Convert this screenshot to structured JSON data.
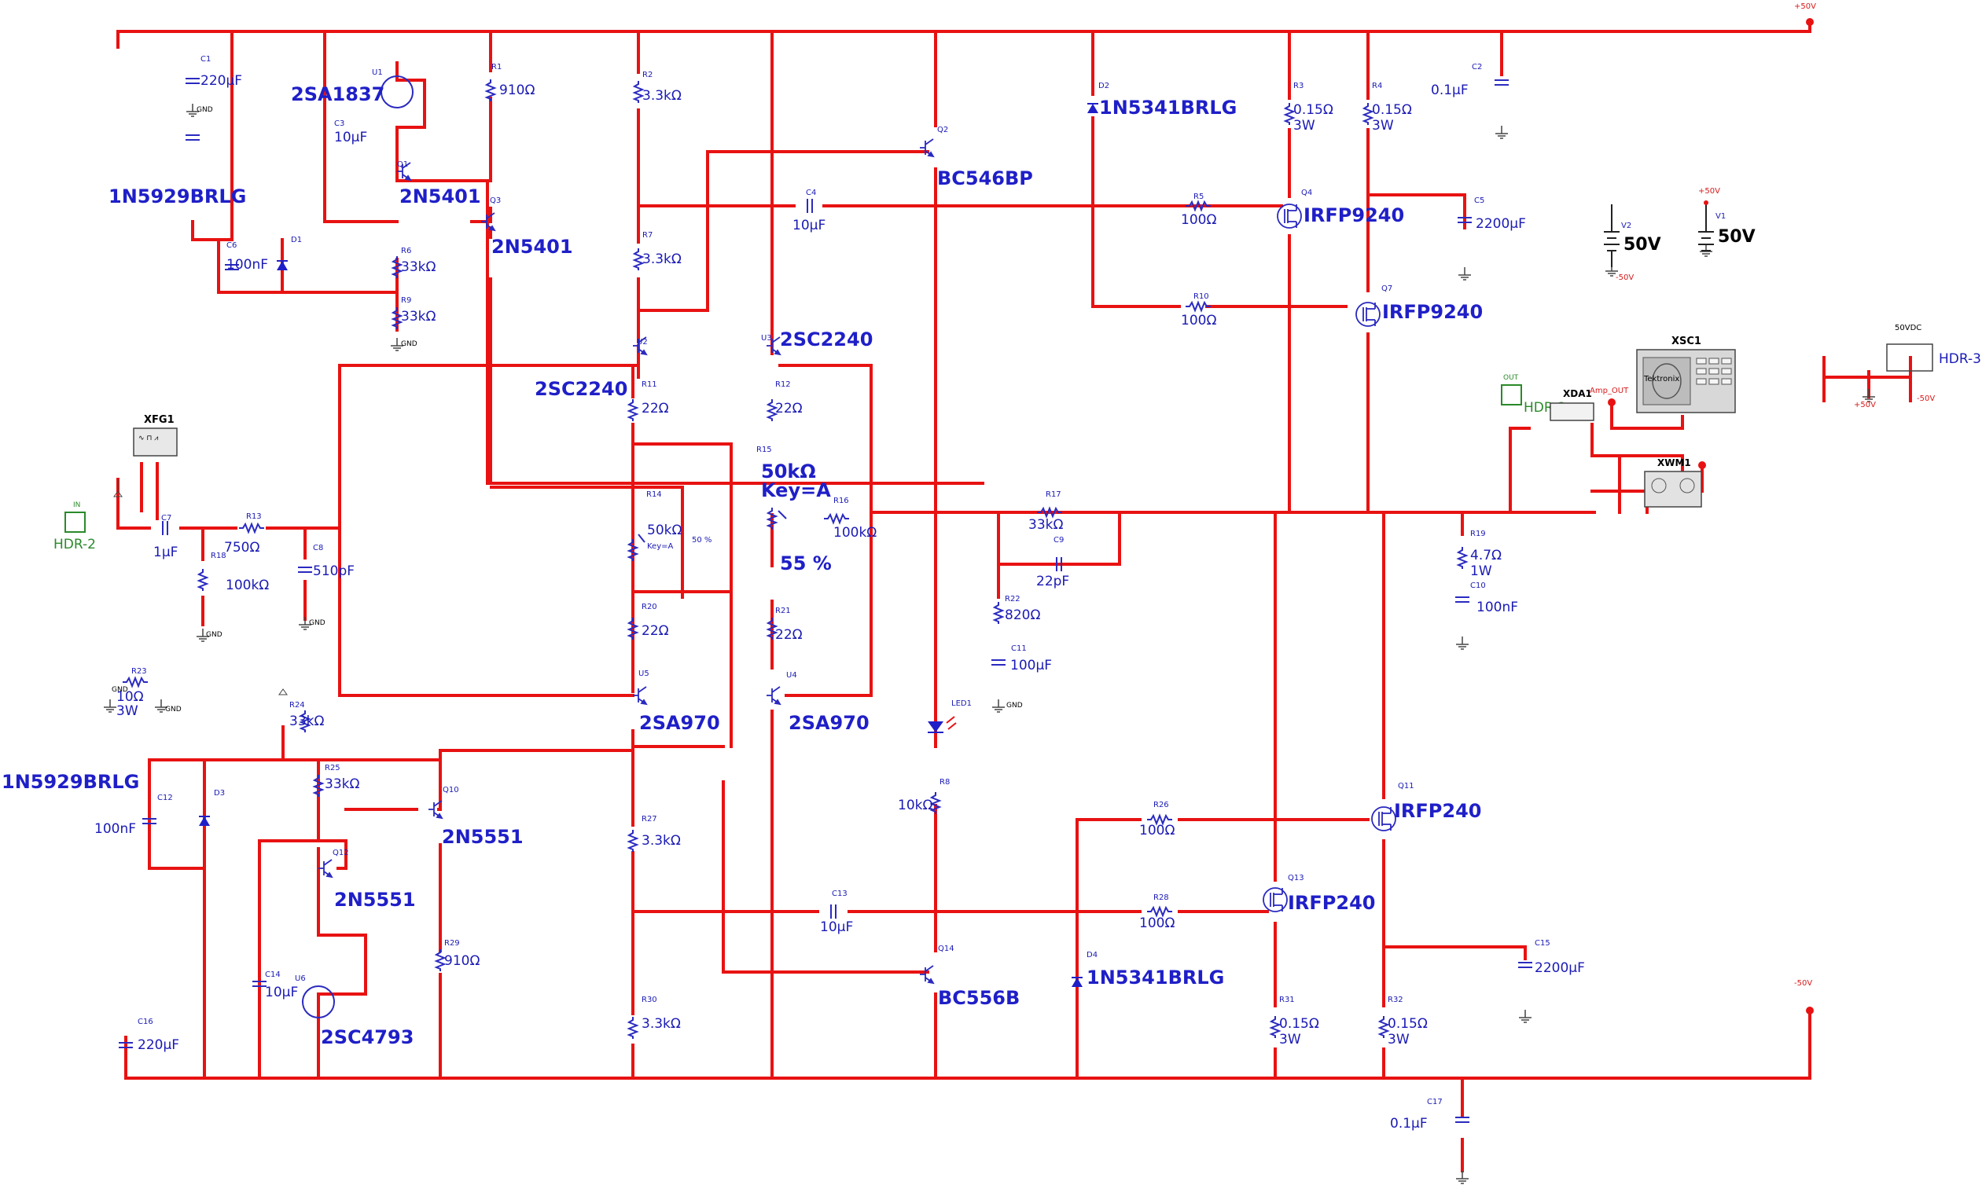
{
  "rails": {
    "positive": "+50V",
    "negative": "-50V"
  },
  "supplies": {
    "v_pos": {
      "ref": "V1",
      "value": "50V",
      "label": "+50V"
    },
    "v_neg": {
      "ref": "V2",
      "value": "50V",
      "label": "-50V"
    },
    "dc": {
      "value": "50VDC",
      "connector": "HDR-3",
      "pos": "+50V",
      "neg": "-50V"
    }
  },
  "instruments": {
    "function_gen": "XFG1",
    "scope": "XSC1",
    "scope_brand": "Tektronix",
    "analyzer": "XDA1",
    "wattmeter": "XWM1",
    "probe": "Amp_OUT",
    "in_connector": "HDR-2",
    "in_label": "IN",
    "out_connector": "HDR-2",
    "out_label": "OUT"
  },
  "components": [
    {
      "ref": "C1",
      "value": "220µF"
    },
    {
      "ref": "C3",
      "value": "10µF"
    },
    {
      "ref": "C6",
      "value": "100nF"
    },
    {
      "ref": "D1",
      "value": "1N5929BRLG"
    },
    {
      "ref": "U1",
      "value": "2SA1837"
    },
    {
      "ref": "Q1",
      "value": "2N5401"
    },
    {
      "ref": "Q3",
      "value": "2N5401"
    },
    {
      "ref": "R1",
      "value": "910Ω"
    },
    {
      "ref": "R6",
      "value": "33kΩ"
    },
    {
      "ref": "R9",
      "value": "33kΩ"
    },
    {
      "ref": "R2",
      "value": "3.3kΩ"
    },
    {
      "ref": "R7",
      "value": "3.3kΩ"
    },
    {
      "ref": "U2",
      "value": "2SC2240"
    },
    {
      "ref": "U3",
      "value": "2SC2240"
    },
    {
      "ref": "R11",
      "value": "22Ω"
    },
    {
      "ref": "R12",
      "value": "22Ω"
    },
    {
      "ref": "R14",
      "value": "50kΩ",
      "extra": "Key=A",
      "percent": "50 %"
    },
    {
      "ref": "R15",
      "value": "50kΩ",
      "extra": "Key=A",
      "percent": "55 %"
    },
    {
      "ref": "R16",
      "value": "100kΩ"
    },
    {
      "ref": "R20",
      "value": "22Ω"
    },
    {
      "ref": "R21",
      "value": "22Ω"
    },
    {
      "ref": "U5",
      "value": "2SA970"
    },
    {
      "ref": "U4",
      "value": "2SA970"
    },
    {
      "ref": "Q2",
      "value": "BC546BP"
    },
    {
      "ref": "C4",
      "value": "10µF"
    },
    {
      "ref": "D2",
      "value": "1N5341BRLG"
    },
    {
      "ref": "R5",
      "value": "100Ω"
    },
    {
      "ref": "R10",
      "value": "100Ω"
    },
    {
      "ref": "Q4",
      "value": "IRFP9240"
    },
    {
      "ref": "Q7",
      "value": "IRFP9240"
    },
    {
      "ref": "R3",
      "value": "0.15Ω",
      "power": "3W"
    },
    {
      "ref": "R4",
      "value": "0.15Ω",
      "power": "3W"
    },
    {
      "ref": "C2",
      "value": "0.1µF"
    },
    {
      "ref": "C5",
      "value": "2200µF"
    },
    {
      "ref": "C7",
      "value": "1µF"
    },
    {
      "ref": "R13",
      "value": "750Ω"
    },
    {
      "ref": "R18",
      "value": "100kΩ"
    },
    {
      "ref": "C8",
      "value": "510pF"
    },
    {
      "ref": "R17",
      "value": "33kΩ"
    },
    {
      "ref": "C9",
      "value": "22pF"
    },
    {
      "ref": "R22",
      "value": "820Ω"
    },
    {
      "ref": "C11",
      "value": "100µF"
    },
    {
      "ref": "R19",
      "value": "4.7Ω",
      "power": "1W"
    },
    {
      "ref": "C10",
      "value": "100nF"
    },
    {
      "ref": "R23",
      "value": "10Ω",
      "power": "3W"
    },
    {
      "ref": "R24",
      "value": "33kΩ"
    },
    {
      "ref": "D3",
      "value": "1N5929BRLG"
    },
    {
      "ref": "C12",
      "value": "100nF"
    },
    {
      "ref": "R25",
      "value": "33kΩ"
    },
    {
      "ref": "Q10",
      "value": "2N5551"
    },
    {
      "ref": "Q12",
      "value": "2N5551"
    },
    {
      "ref": "R29",
      "value": "910Ω"
    },
    {
      "ref": "C14",
      "value": "10µF"
    },
    {
      "ref": "U6",
      "value": "2SC4793"
    },
    {
      "ref": "C16",
      "value": "220µF"
    },
    {
      "ref": "R27",
      "value": "3.3kΩ"
    },
    {
      "ref": "R30",
      "value": "3.3kΩ"
    },
    {
      "ref": "C13",
      "value": "10µF"
    },
    {
      "ref": "LED1",
      "value": ""
    },
    {
      "ref": "R8",
      "value": "10kΩ"
    },
    {
      "ref": "Q14",
      "value": "BC556B"
    },
    {
      "ref": "R26",
      "value": "100Ω"
    },
    {
      "ref": "R28",
      "value": "100Ω"
    },
    {
      "ref": "Q11",
      "value": "IRFP240"
    },
    {
      "ref": "Q13",
      "value": "IRFP240"
    },
    {
      "ref": "D4",
      "value": "1N5341BRLG"
    },
    {
      "ref": "C15",
      "value": "2200µF"
    },
    {
      "ref": "R31",
      "value": "0.15Ω",
      "power": "3W"
    },
    {
      "ref": "R32",
      "value": "0.15Ω",
      "power": "3W"
    },
    {
      "ref": "C17",
      "value": "0.1µF"
    }
  ],
  "gnd": "GND"
}
